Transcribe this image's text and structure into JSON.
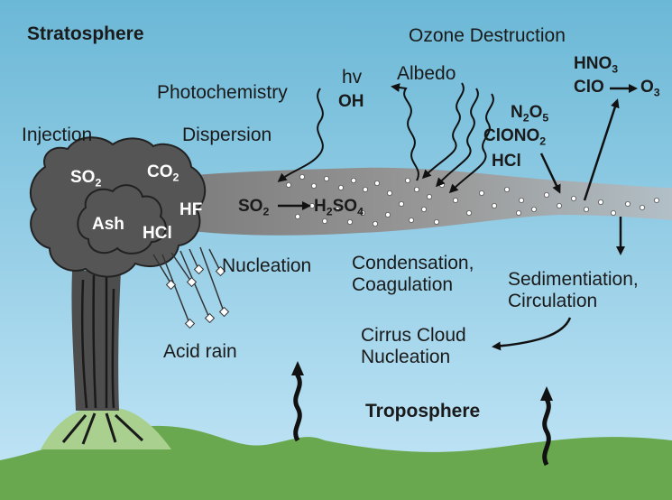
{
  "layers": {
    "stratosphere": "Stratosphere",
    "troposphere": "Troposphere"
  },
  "processes": {
    "injection": "Injection",
    "dispersion": "Dispersion",
    "photochemistry": "Photochemistry",
    "ozone_destruction": "Ozone Destruction",
    "albedo": "Albedo",
    "nucleation": "Nucleation",
    "condensation_line1": "Condensation,",
    "condensation_line2": "Coagulation",
    "sedimentation_line1": "Sedimentiation,",
    "sedimentation_line2": "Circulation",
    "cirrus_line1": "Cirrus Cloud",
    "cirrus_line2": "Nucleation",
    "acid_rain": "Acid rain"
  },
  "cloud_species": {
    "so2": {
      "base": "SO",
      "sub": "2"
    },
    "co2": {
      "base": "CO",
      "sub": "2"
    },
    "ash": "Ash",
    "hf": "HF",
    "hcl": "HCl"
  },
  "chemistry": {
    "hv": "hv",
    "oh": "OH",
    "plume_so2": {
      "base": "SO",
      "sub": "2"
    },
    "plume_h2so4": {
      "p1": "H",
      "s1": "2",
      "p2": "SO",
      "s2": "4"
    },
    "n2o5": {
      "p1": "N",
      "s1": "2",
      "p2": "O",
      "s2": "5"
    },
    "clono2": {
      "base": "ClONO",
      "sub": "2"
    },
    "hcl": "HCl",
    "hno3": {
      "base": "HNO",
      "sub": "3"
    },
    "clo": "ClO",
    "o3": {
      "base": "O",
      "sub": "3"
    }
  },
  "colors": {
    "sky_top": "#6bb8d6",
    "sky_bottom": "#bfe3f5",
    "ground": "#6aa84f",
    "plume": "#8a8a8a",
    "eruption_cloud": "#555555",
    "volcano_cone": "#a9d08e"
  }
}
